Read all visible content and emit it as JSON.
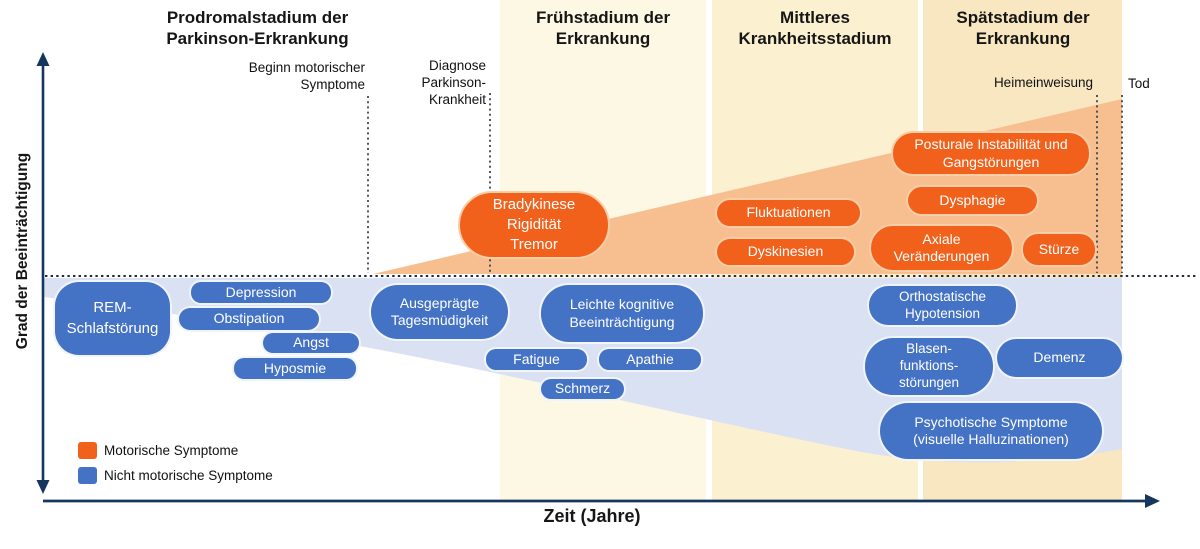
{
  "stages": {
    "prodromal": {
      "label": "Prodromalstadium der\nParkinson-Erkrankung"
    },
    "early": {
      "label": "Frühstadium der\nErkrankung"
    },
    "middle": {
      "label": "Mittleres\nKrankheitsstadium"
    },
    "late": {
      "label": "Spätstadium der\nErkrankung"
    }
  },
  "milestones": {
    "motor_onset": "Beginn motorischer\nSymptome",
    "diagnosis": "Diagnose\nParkinson-\nKrankheit",
    "nursing_home": "Heimeinweisung",
    "death": "Tod"
  },
  "axes": {
    "y_label": "Grad der Beeinträchtigung",
    "x_label": "Zeit (Jahre)"
  },
  "legend": {
    "motor": "Motorische Symptome",
    "non_motor": "Nicht motorische Symptome"
  },
  "symptoms": {
    "motor": {
      "bradykinesia": "Bradykinese\nRigidität\nTremor",
      "fluctuations": "Fluktuationen",
      "dyskinesia": "Dyskinesien",
      "postural": "Posturale Instabilität und\nGangstörungen",
      "dysphagia": "Dysphagie",
      "axial": "Axiale\nVeränderungen",
      "falls": "Stürze"
    },
    "non_motor": {
      "rem": "REM-\nSchlafstörung",
      "depression": "Depression",
      "constipation": "Obstipation",
      "anxiety": "Angst",
      "hyposmia": "Hyposmie",
      "daytime_sleepiness": "Ausgeprägte\nTagesmüdigkeit",
      "mild_cognitive": "Leichte kognitive\nBeeinträchtigung",
      "fatigue": "Fatigue",
      "apathy": "Apathie",
      "pain": "Schmerz",
      "orthostatic": "Orthostatische\nHypotension",
      "bladder": "Blasen-\nfunktions-\nstörungen",
      "dementia": "Demenz",
      "psychosis": "Psychotische Symptome\n(visuelle Halluzinationen)"
    }
  },
  "colors": {
    "motor_accent": "#F2611C",
    "non_motor_accent": "#4472C4",
    "motor_wedge": "#F7BE8F",
    "non_motor_wedge": "#D9E1F2",
    "stage_band_early": "#FDF8E4",
    "stage_band_middle": "#FBF0D0",
    "stage_band_late": "#F9E7C1",
    "axis": "#17365D"
  }
}
